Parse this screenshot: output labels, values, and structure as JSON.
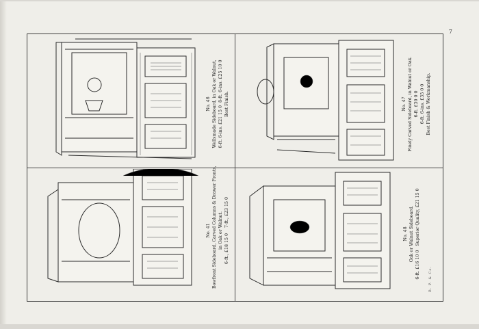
{
  "page_number": "7",
  "footer_mark": "R. P. & Co.",
  "items": [
    {
      "no": "No. 41",
      "title": "Bowfront Sideboard, Carved Columns & Drawer Fronts,",
      "material": "in Oak or Walnut.",
      "price1": "6-ft., £18 15 0",
      "price2": "7-ft., £23 15 0"
    },
    {
      "no": "No. 46",
      "title": "Wellsmade Sideboard, in Oak or Walnut,",
      "price1": "6-ft. 6-ins. £21 15 0",
      "price2": "8-ft. 6-ins. £25 10 0",
      "note": "Best Finish."
    },
    {
      "no": "No. 48",
      "title": "Oak or Walnut Sideboard.",
      "price1": "6-ft. £16 10 0",
      "price2": "Superior Quality, £21 15 0"
    },
    {
      "no": "No. 47",
      "title": "Finely Carved Sideboard, in Walnut or Oak.",
      "price1": "6-ft. £30 0 0",
      "price2": "6-ft. 6-ins. £35 0 0",
      "note": "Best Finish & Workmanship."
    }
  ]
}
